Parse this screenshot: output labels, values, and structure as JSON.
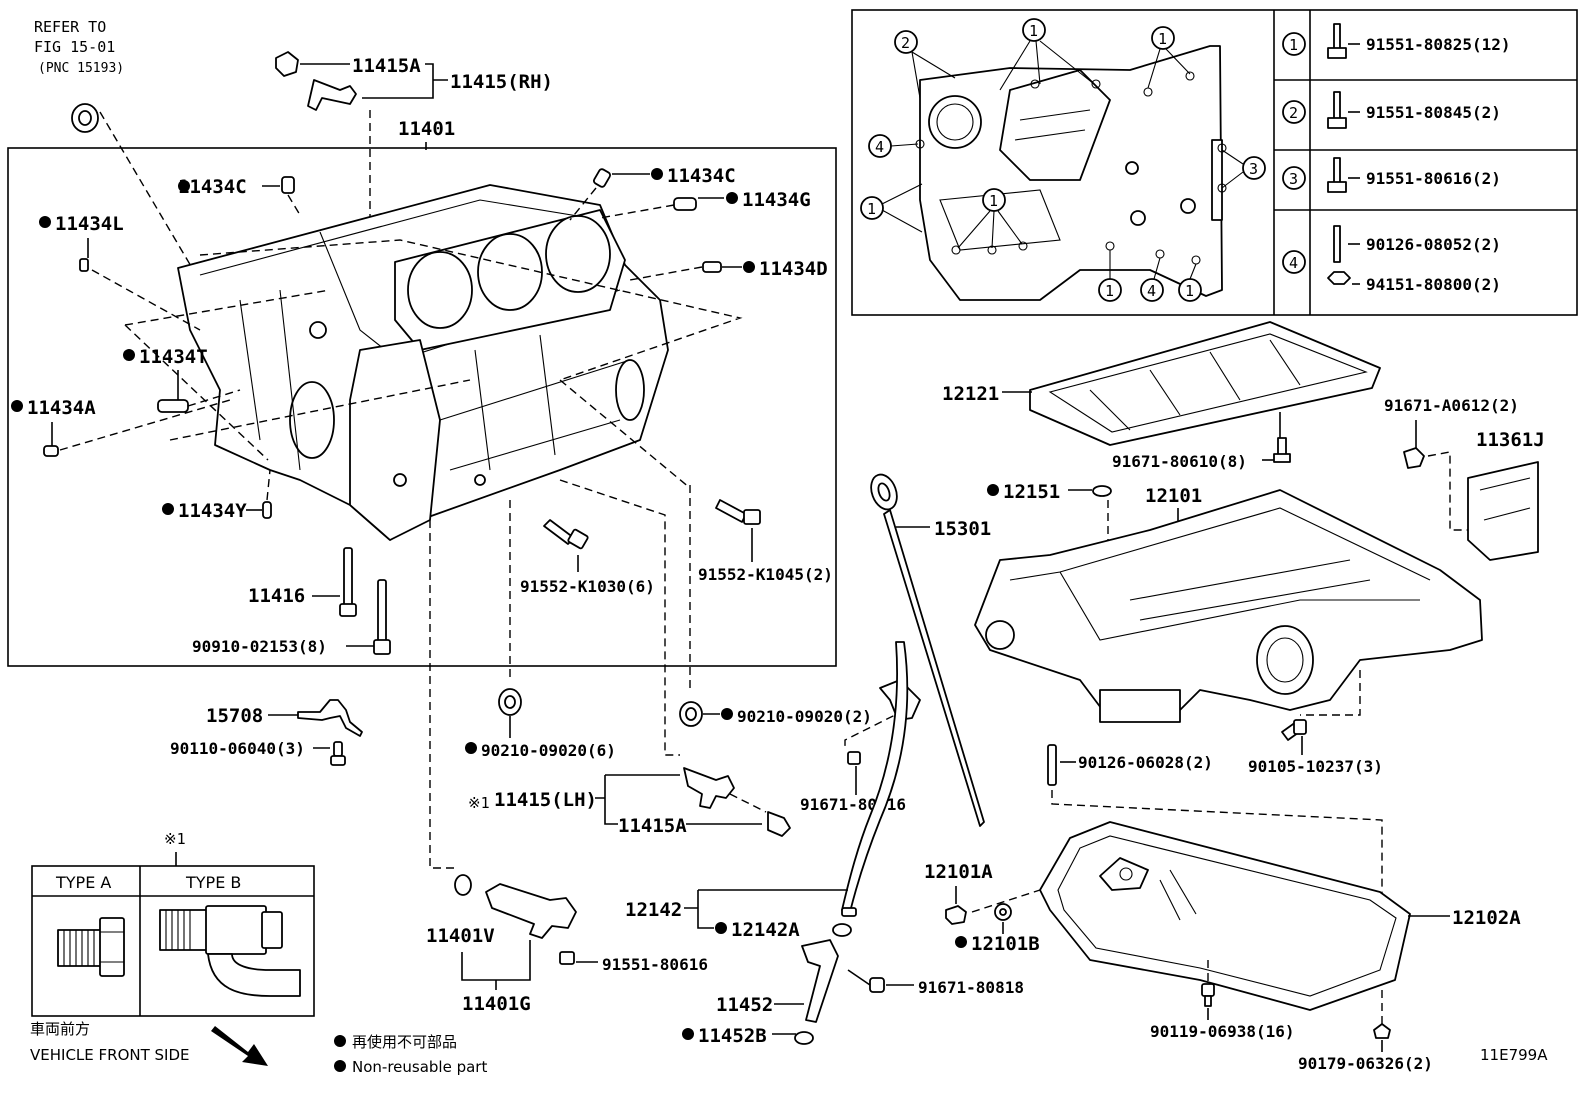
{
  "refer": {
    "line1": "REFER TO",
    "line2": "FIG 15-01",
    "line3": "(PNC 15193)"
  },
  "labels": {
    "p11415A_top": "11415A",
    "p11415_rh": "11415(RH)",
    "p11401": "11401",
    "p11434C_left": "11434C",
    "p11434C_right": "11434C",
    "p11434G": "11434G",
    "p11434L": "11434L",
    "p11434D": "11434D",
    "p11434T": "11434T",
    "p11434A": "11434A",
    "p11434Y": "11434Y",
    "p11416": "11416",
    "p90910": "90910-02153(8)",
    "p91552_1030": "91552-K1030(6)",
    "p91552_1045": "91552-K1045(2)",
    "p15708": "15708",
    "p90110": "90110-06040(3)",
    "p90210_6": "90210-09020(6)",
    "p90210_2": "90210-09020(2)",
    "p11415_lh_mark": "※1",
    "p11415_lh": "11415(LH)",
    "p11415A_bottom": "11415A",
    "p91671_80816": "91671-80816",
    "p11401V": "11401V",
    "p11401G": "11401G",
    "p91551_80616": "91551-80616",
    "p12142": "12142",
    "p12142A": "12142A",
    "p11452": "11452",
    "p11452B": "11452B",
    "p91671_80818": "91671-80818",
    "p12121": "12121",
    "p91671_80610": "91671-80610(8)",
    "p91671_A0612": "91671-A0612(2)",
    "p11361J": "11361J",
    "p12151": "12151",
    "p12101": "12101",
    "p15301": "15301",
    "p90126_06028": "90126-06028(2)",
    "p90105": "90105-10237(3)",
    "p12101A": "12101A",
    "p12101B": "12101B",
    "p12102A": "12102A",
    "p90119": "90119-06938(16)",
    "p90179": "90179-06326(2)"
  },
  "inset_table": {
    "rows": [
      {
        "num": "1",
        "parts": [
          "91551-80825(12)"
        ]
      },
      {
        "num": "2",
        "parts": [
          "91551-80845(2)"
        ]
      },
      {
        "num": "3",
        "parts": [
          "91551-80616(2)"
        ]
      },
      {
        "num": "4",
        "parts": [
          "90126-08052(2)",
          "94151-80800(2)"
        ]
      }
    ],
    "callouts": [
      "2",
      "1",
      "1",
      "4",
      "3",
      "1",
      "1",
      "1",
      "4",
      "1"
    ]
  },
  "type_box": {
    "mark": "※1",
    "type_a": "TYPE A",
    "type_b": "TYPE B"
  },
  "legend": {
    "front_jp": "車両前方",
    "front_en": "VEHICLE FRONT SIDE",
    "nonreuse_jp": "再使用不可部品",
    "nonreuse_en": "Non-reusable part"
  },
  "figure_id": "11E799A"
}
